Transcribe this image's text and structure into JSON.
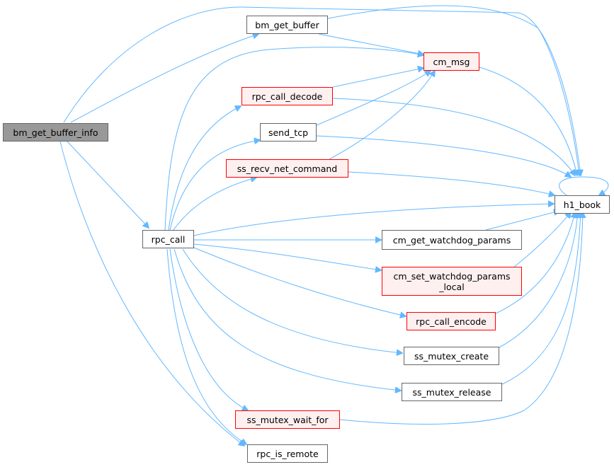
{
  "colors": {
    "edge": "#63b8ff",
    "node_border": "#666666",
    "root_fill": "#999999",
    "error_border": "#ff0000",
    "error_fill": "#fff0f0"
  },
  "nodes": {
    "bm_get_buffer_info": "bm_get_buffer_info",
    "bm_get_buffer": "bm_get_buffer",
    "cm_msg": "cm_msg",
    "rpc_call_decode": "rpc_call_decode",
    "send_tcp": "send_tcp",
    "ss_recv_net_command": "ss_recv_net_command",
    "h1_book": "h1_book",
    "rpc_call": "rpc_call",
    "cm_get_watchdog_params": "cm_get_watchdog_params",
    "cm_set_watchdog_params_line1": "cm_set_watchdog_params",
    "cm_set_watchdog_params_line2": "_local",
    "rpc_call_encode": "rpc_call_encode",
    "ss_mutex_create": "ss_mutex_create",
    "ss_mutex_release": "ss_mutex_release",
    "ss_mutex_wait_for": "ss_mutex_wait_for",
    "rpc_is_remote": "rpc_is_remote"
  }
}
